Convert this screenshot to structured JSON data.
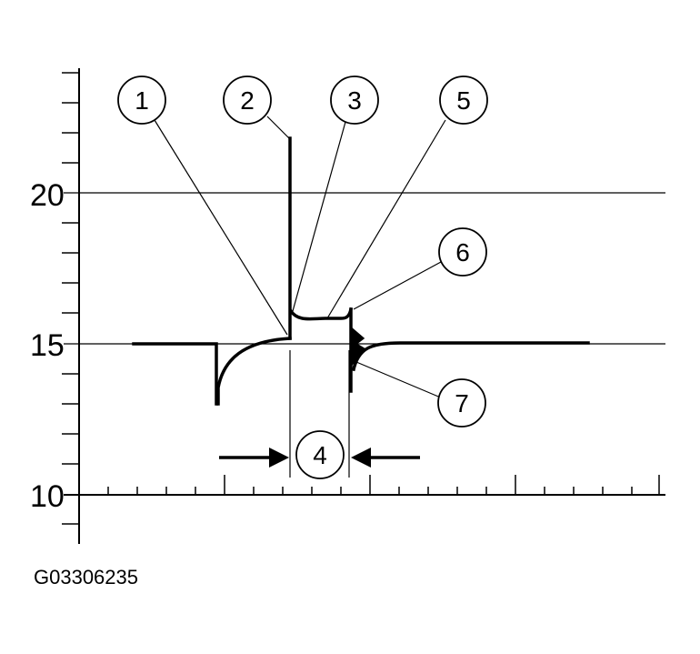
{
  "y_axis": {
    "ticks": [
      "20",
      "15",
      "10"
    ]
  },
  "callouts": {
    "c1": "1",
    "c2": "2",
    "c3": "3",
    "c4": "4",
    "c5": "5",
    "c6": "6",
    "c7": "7"
  },
  "figure_id": "G03306235",
  "colors": {
    "ink": "#000000",
    "background": "#ffffff"
  }
}
